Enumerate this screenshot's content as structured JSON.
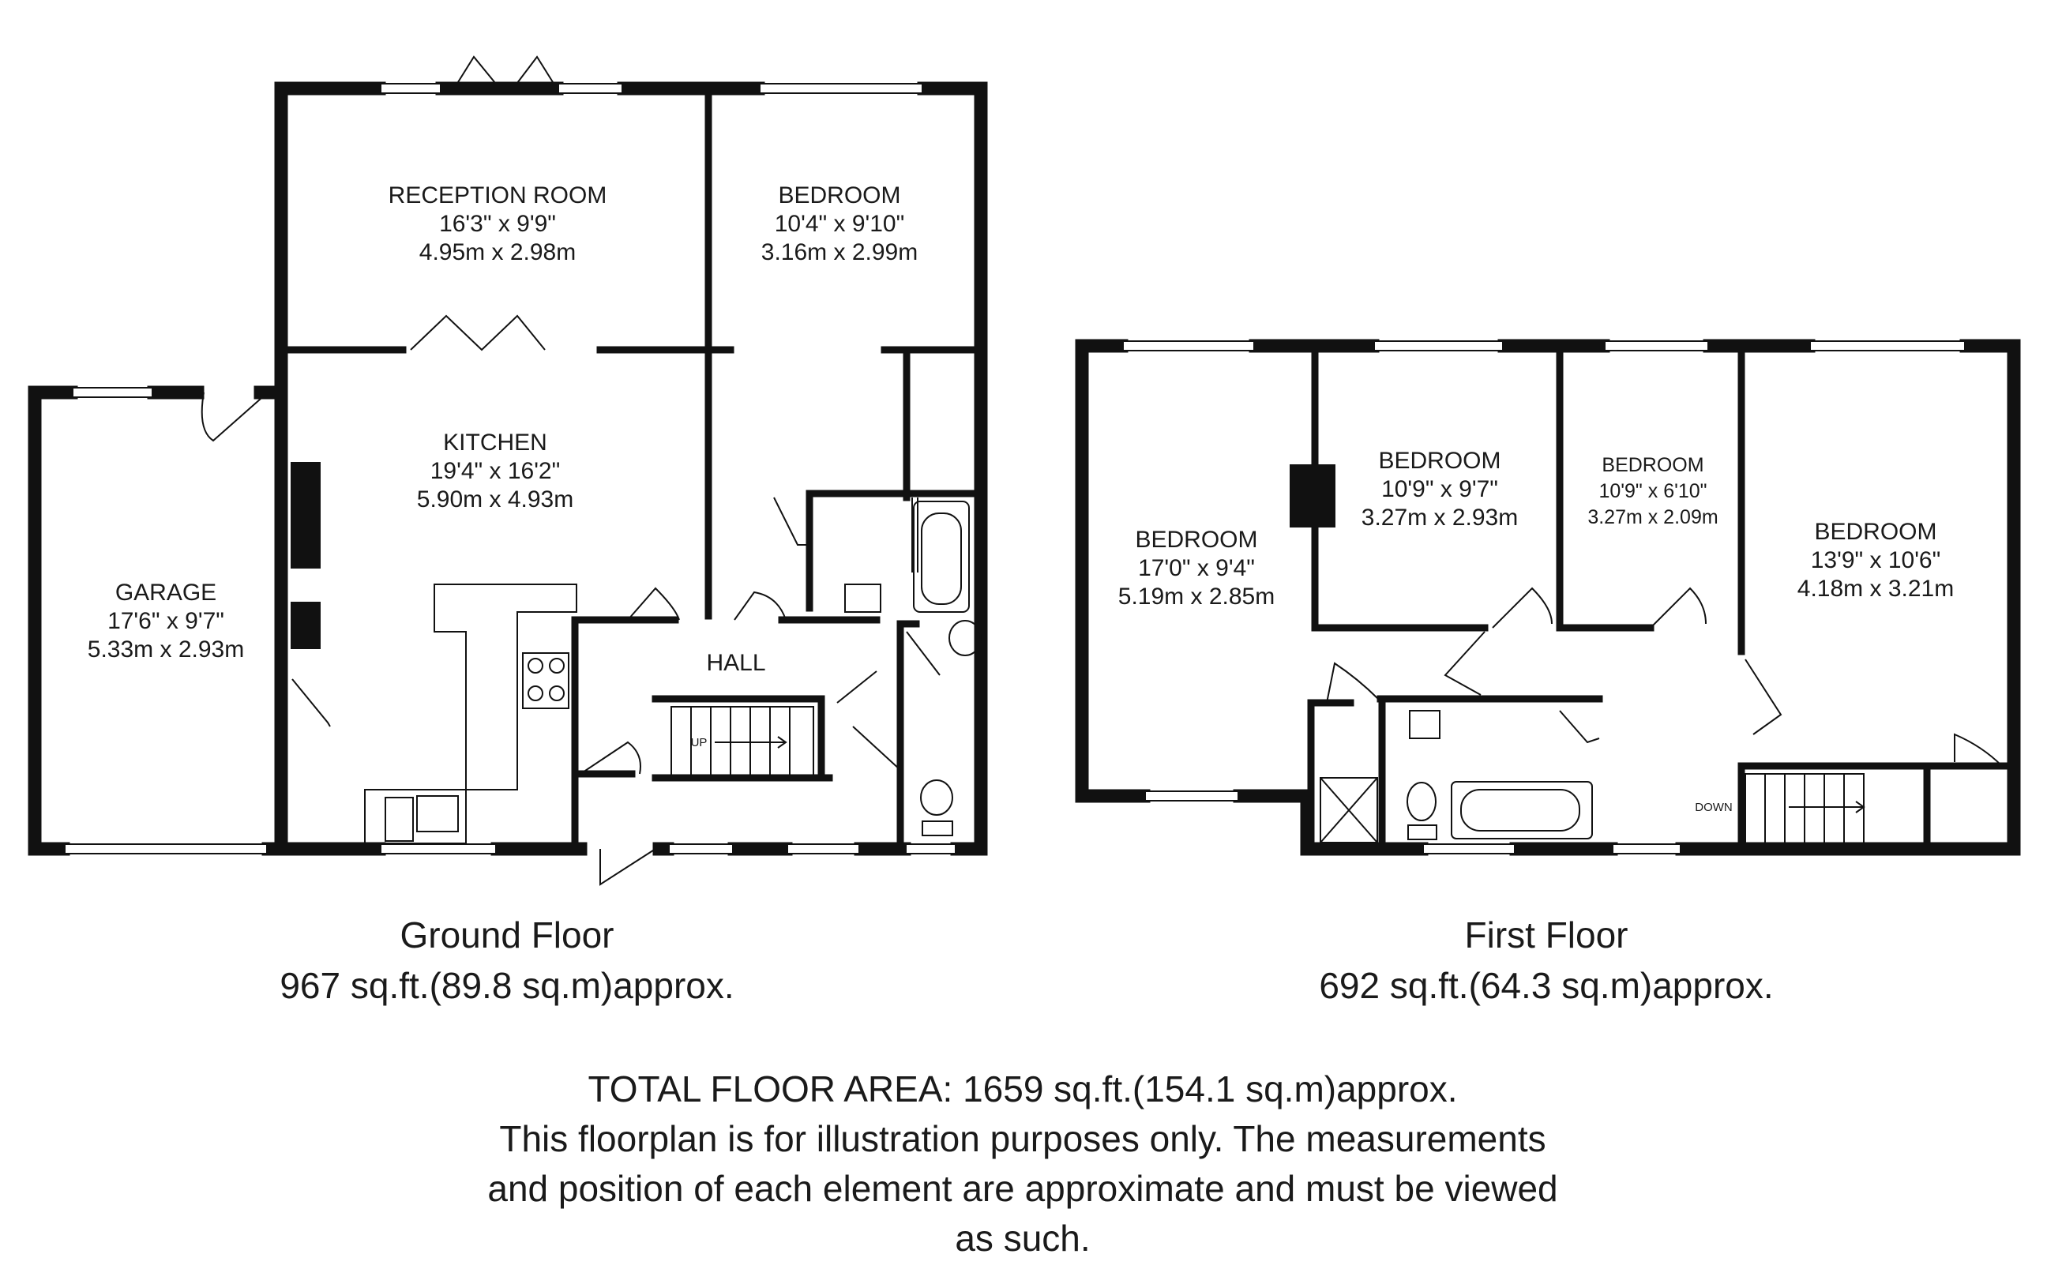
{
  "ground_floor": {
    "title": "Ground Floor",
    "area": "967 sq.ft.(89.8 sq.m)approx.",
    "rooms": {
      "reception": {
        "name": "RECEPTION ROOM",
        "imperial": "16'3\" x 9'9\"",
        "metric": "4.95m x 2.98m"
      },
      "bedroom": {
        "name": "BEDROOM",
        "imperial": "10'4\" x 9'10\"",
        "metric": "3.16m x 2.99m"
      },
      "kitchen": {
        "name": "KITCHEN",
        "imperial": "19'4\" x 16'2\"",
        "metric": "5.90m x 4.93m"
      },
      "garage": {
        "name": "GARAGE",
        "imperial": "17'6\" x 9'7\"",
        "metric": "5.33m x 2.93m"
      },
      "hall": {
        "name": "HALL"
      }
    },
    "stairs_label": "UP"
  },
  "first_floor": {
    "title": "First Floor",
    "area": "692 sq.ft.(64.3 sq.m)approx.",
    "rooms": {
      "bedroom1": {
        "name": "BEDROOM",
        "imperial": "17'0\" x 9'4\"",
        "metric": "5.19m x 2.85m"
      },
      "bedroom2": {
        "name": "BEDROOM",
        "imperial": "10'9\" x 9'7\"",
        "metric": "3.27m x 2.93m"
      },
      "bedroom3": {
        "name": "BEDROOM",
        "imperial": "10'9\" x 6'10\"",
        "metric": "3.27m x 2.09m"
      },
      "bedroom4": {
        "name": "BEDROOM",
        "imperial": "13'9\" x 10'6\"",
        "metric": "4.18m x 3.21m"
      }
    },
    "stairs_label": "DOWN"
  },
  "footer": {
    "total": "TOTAL FLOOR AREA: 1659 sq.ft.(154.1 sq.m)approx.",
    "line1": "This floorplan is for illustration purposes only. The measurements",
    "line2": "and position of each element are approximate and must be viewed",
    "line3": "as such."
  },
  "colors": {
    "wall": "#111111",
    "background": "#ffffff"
  }
}
